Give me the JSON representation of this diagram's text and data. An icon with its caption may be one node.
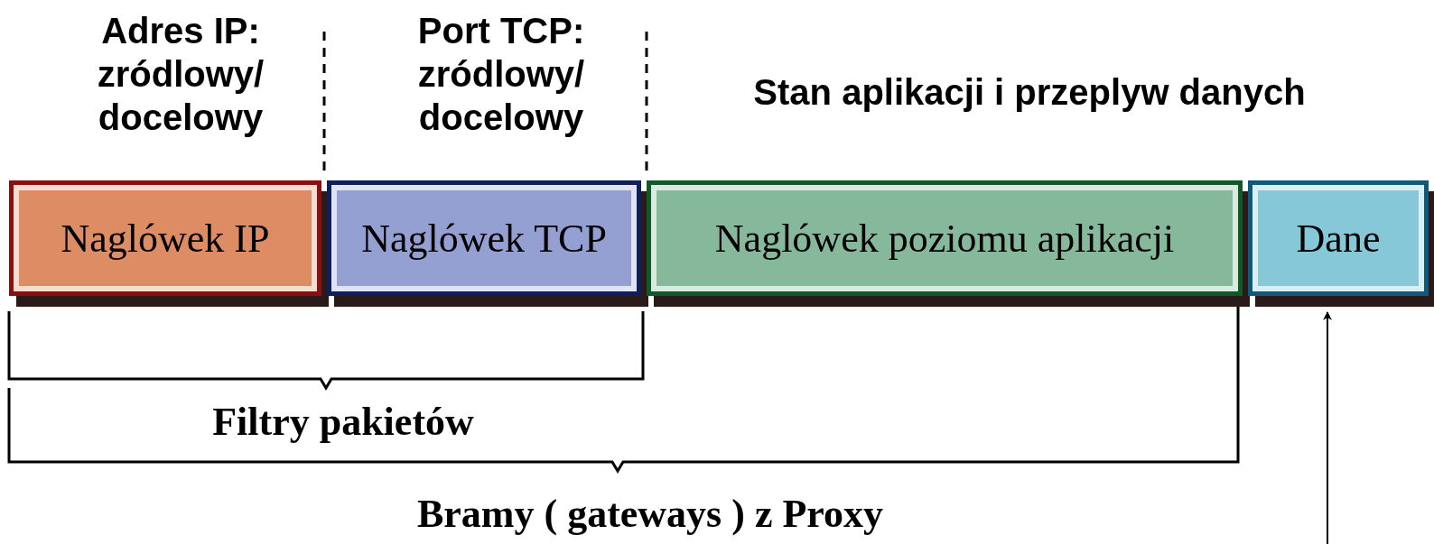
{
  "diagram": {
    "nodes": [
      {
        "text": [
          "Naglówek IP"
        ]
      },
      {
        "text": [
          "Naglówek TCP"
        ]
      },
      {
        "text": [
          "Naglówek poziomu aplikacji"
        ]
      },
      {
        "text": [
          "Dane"
        ]
      }
    ],
    "edges": [
      {
        "from": null,
        "to": 3,
        "arrow": "to"
      }
    ],
    "labels": [
      "Adres IP: zródlowy/ docelowy",
      "Port TCP: zródlowy/ docelowy",
      "Stan aplikacji i przeplyw danych",
      "Filtry pakietów",
      "Bramy ( gateways ) z Proxy"
    ]
  }
}
